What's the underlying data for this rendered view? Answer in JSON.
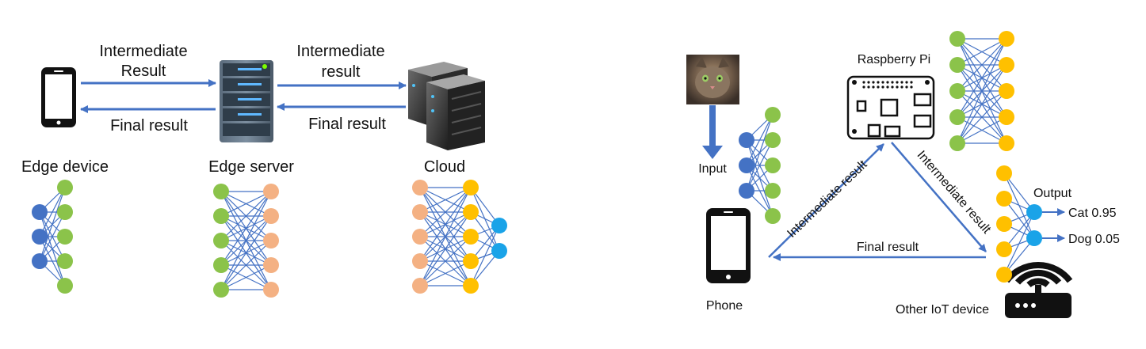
{
  "left_panel": {
    "phone_to_server_label": [
      "Intermediate",
      "Result"
    ],
    "server_to_cloud_label": [
      "Intermediate",
      "result"
    ],
    "server_to_phone_label": "Final result",
    "cloud_to_server_label": "Final result",
    "edge_device_label": "Edge device",
    "edge_server_label": "Edge server",
    "cloud_label": "Cloud"
  },
  "right_panel": {
    "input_label": "Input",
    "raspberry_label": "Raspberry Pi",
    "phone_label": "Phone",
    "iot_label": "Other IoT device",
    "output_label": "Output",
    "intermediate_left": "Intermediate result",
    "intermediate_right": "Intermediate result",
    "final_result": "Final result",
    "outputs": [
      {
        "text": "Cat 0.95"
      },
      {
        "text": "Dog 0.05"
      }
    ]
  },
  "colors": {
    "arrow": "#4472c4",
    "blue_node": "#4472c4",
    "green_node": "#8bc34a",
    "peach_node": "#f4b183",
    "yellow_node": "#ffc000",
    "cyan_node": "#1aa3e8",
    "edge_line": "#4472c4"
  },
  "icons": [
    "phone-icon",
    "server-icon",
    "cloud-server-icon",
    "cat-photo-icon",
    "raspberry-pi-icon",
    "router-icon"
  ]
}
